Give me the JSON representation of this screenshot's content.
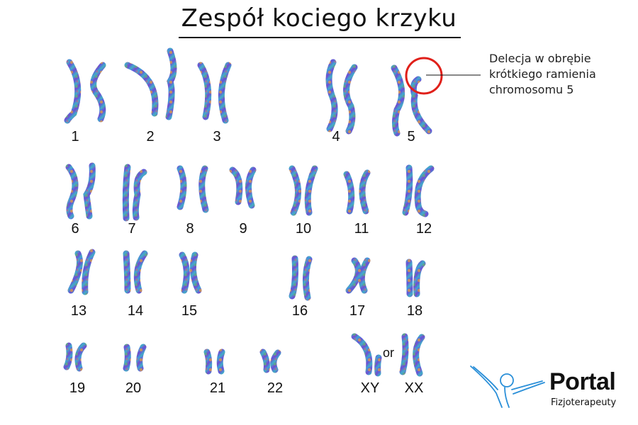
{
  "title": "Zespół kociego krzyku",
  "annotation": {
    "lines": [
      "Delecja w obrębie",
      "krótkiego ramienia",
      "chromosomu 5"
    ],
    "highlight_color": "#e0201a"
  },
  "chromosomes": {
    "labels": [
      "1",
      "2",
      "3",
      "4",
      "5",
      "6",
      "7",
      "8",
      "9",
      "10",
      "11",
      "12",
      "13",
      "14",
      "15",
      "16",
      "17",
      "18",
      "19",
      "20",
      "21",
      "22",
      "XY",
      "XX"
    ],
    "sex_separator": "or"
  },
  "logo": {
    "name": "Portal",
    "subtitle": "Fizjoterapeuty",
    "icon": "person-arms-raised-icon",
    "icon_color": "#2a8fd8"
  },
  "colors": {
    "chromosome_base": "#5b4fd0",
    "chromosome_accent": "#3aa0e0",
    "title_text": "#111111"
  }
}
